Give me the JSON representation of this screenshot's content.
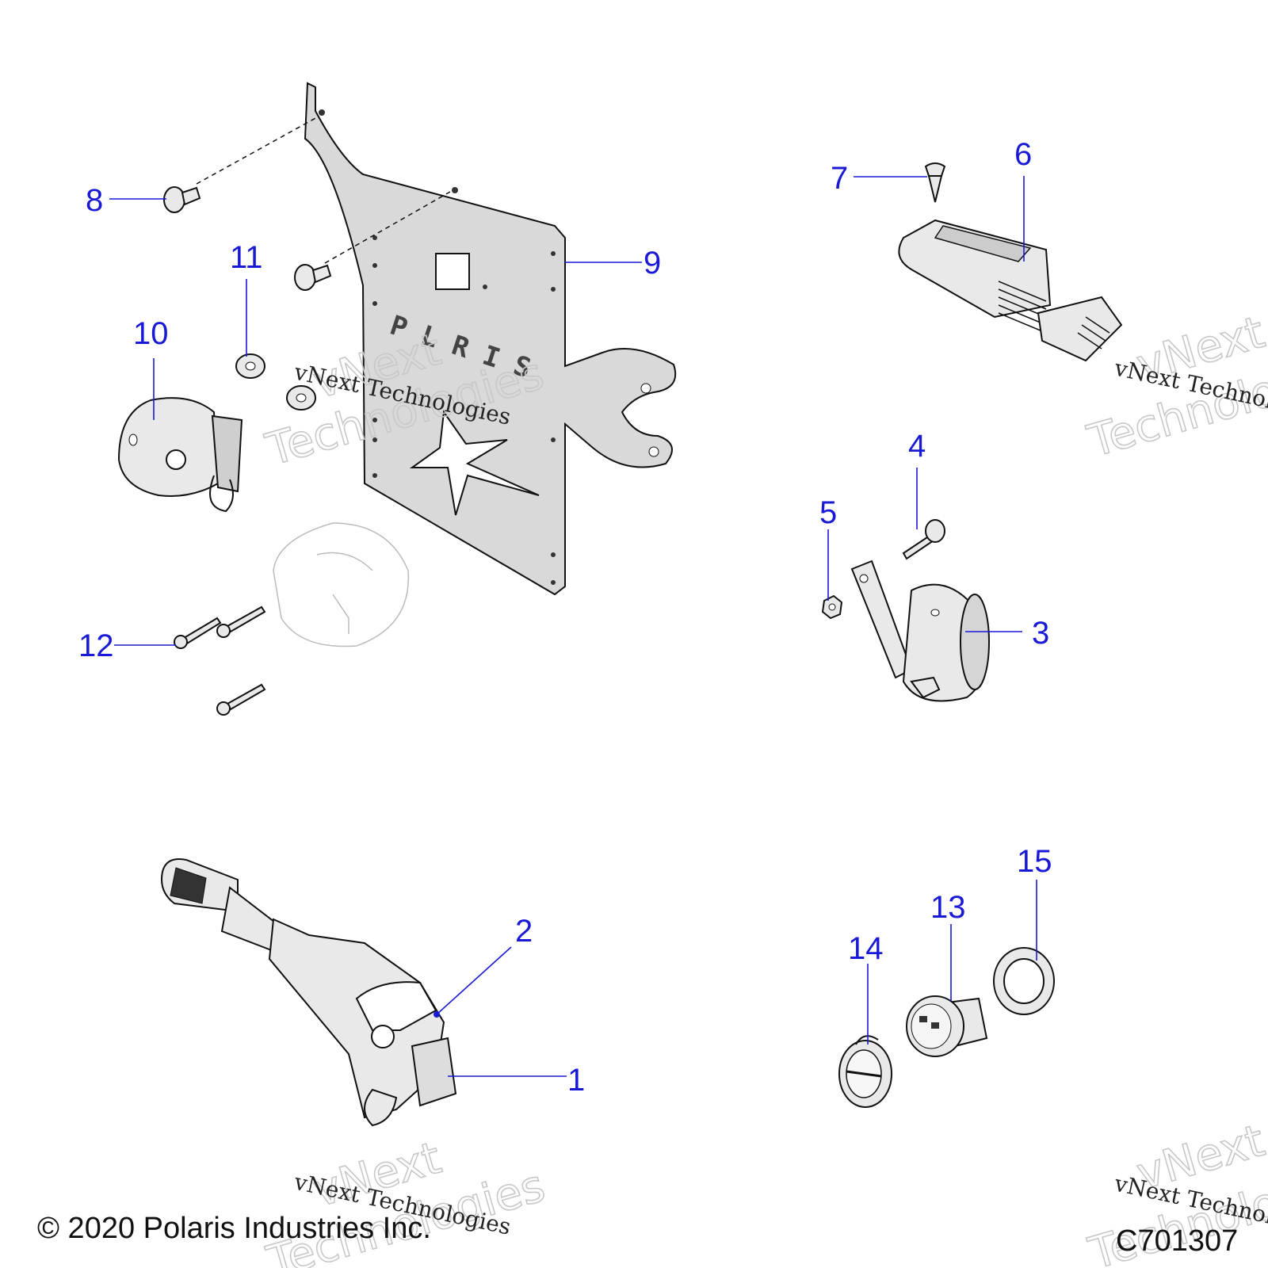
{
  "callouts": [
    {
      "num": "1"
    },
    {
      "num": "2"
    },
    {
      "num": "3"
    },
    {
      "num": "4"
    },
    {
      "num": "5"
    },
    {
      "num": "6"
    },
    {
      "num": "7"
    },
    {
      "num": "8"
    },
    {
      "num": "9"
    },
    {
      "num": "10"
    },
    {
      "num": "11"
    },
    {
      "num": "12"
    },
    {
      "num": "13"
    },
    {
      "num": "14"
    },
    {
      "num": "15"
    }
  ],
  "copyright": "© 2020 Polaris Industries Inc.",
  "diagram_id": "C701307",
  "watermark": {
    "line1": "vNext",
    "line2": "Technologies",
    "small": "vNext Technologies"
  },
  "colors": {
    "callout": "#1a1ad6",
    "part_fill": "#e9e9e9",
    "plate_fill": "#d9d9d9"
  }
}
